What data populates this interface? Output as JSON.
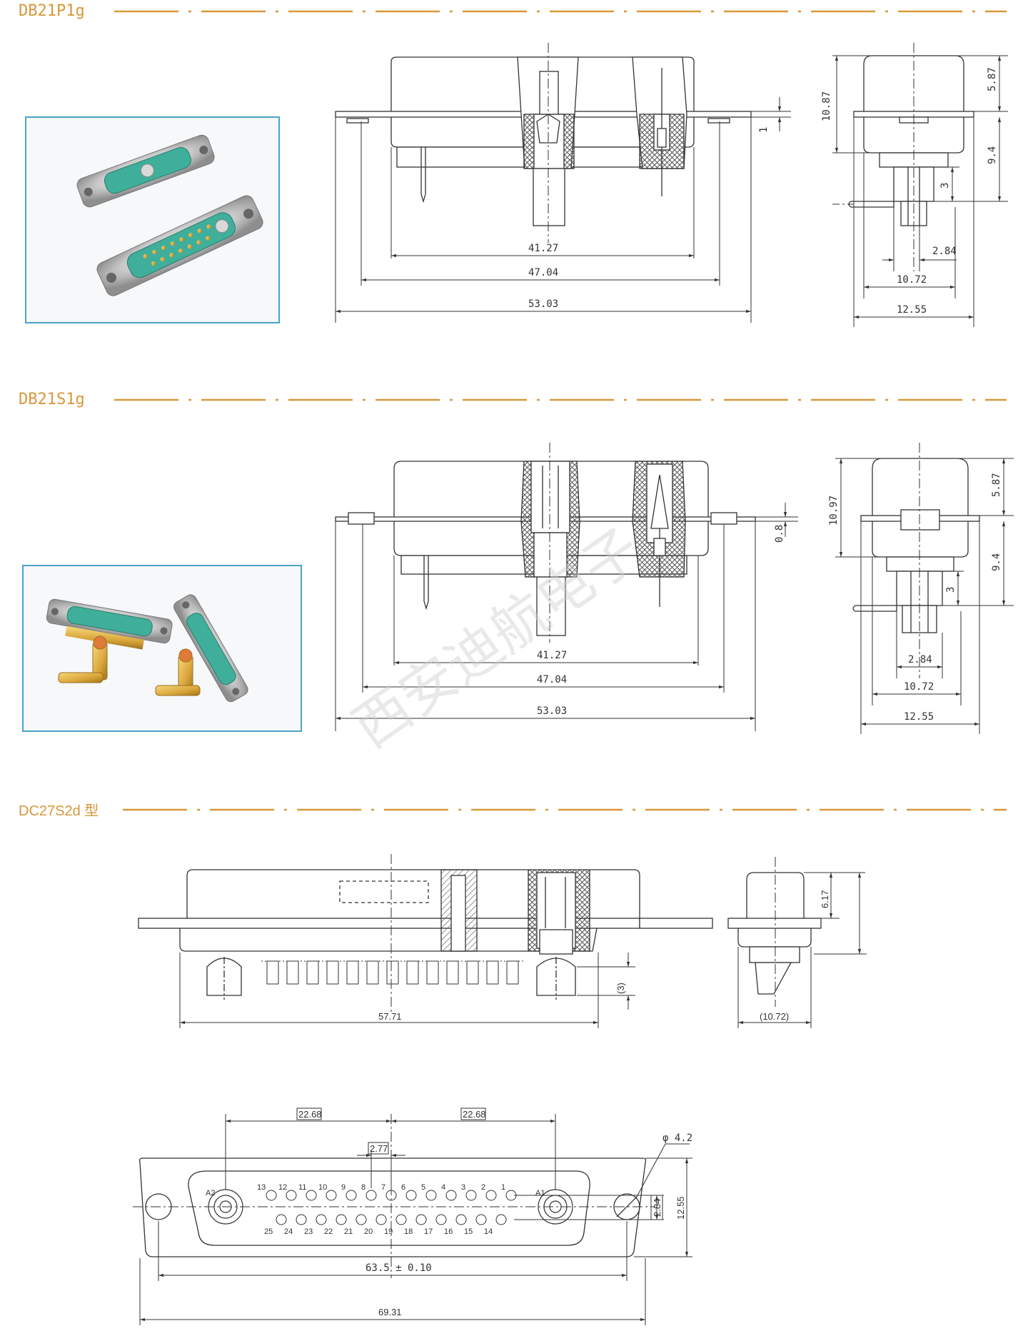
{
  "colors": {
    "accent": "#d9973a",
    "line": "#333333",
    "hatch": "#555555",
    "photo_border": "#4aa3c8"
  },
  "sections": [
    {
      "title": "DB21P1g",
      "front_view": {
        "dims": {
          "d1": "41.27",
          "d2": "47.04",
          "d3": "53.03",
          "flange": "1"
        }
      },
      "side_view": {
        "dims": {
          "height": "10.87",
          "top": "5.87",
          "lower": "9.4",
          "pin": "3",
          "pitch": "2.84",
          "w1": "10.72",
          "w2": "12.55"
        }
      }
    },
    {
      "title": "DB21S1g",
      "front_view": {
        "dims": {
          "d1": "41.27",
          "d2": "47.04",
          "d3": "53.03",
          "flange": "0.8"
        }
      },
      "side_view": {
        "dims": {
          "height": "10.97",
          "top": "5.87",
          "lower": "9.4",
          "pin": "3",
          "pitch": "2.84",
          "w1": "10.72",
          "w2": "12.55"
        }
      }
    },
    {
      "title": "DC27S2d 型",
      "front_view": {
        "dims": {
          "length": "57.71",
          "pin": "(3)"
        }
      },
      "side_view": {
        "dims": {
          "height": "6.17",
          "width": "(10.72)"
        }
      },
      "face_view": {
        "dims": {
          "left_span": "22.68",
          "right_span": "22.68",
          "pitch": "2.77",
          "hole": "φ 4.2",
          "row_gap": "2.84",
          "height": "12.55",
          "mount": "63.5 ± 0.10",
          "overall": "69.31"
        },
        "coax_labels": [
          "A2",
          "A1"
        ],
        "top_row": [
          "13",
          "12",
          "11",
          "10",
          "9",
          "8",
          "7",
          "6",
          "5",
          "4",
          "3",
          "2",
          "1"
        ],
        "bottom_row": [
          "25",
          "24",
          "23",
          "22",
          "21",
          "20",
          "19",
          "18",
          "17",
          "16",
          "15",
          "14"
        ]
      }
    }
  ],
  "watermark": "西安迪航电子"
}
